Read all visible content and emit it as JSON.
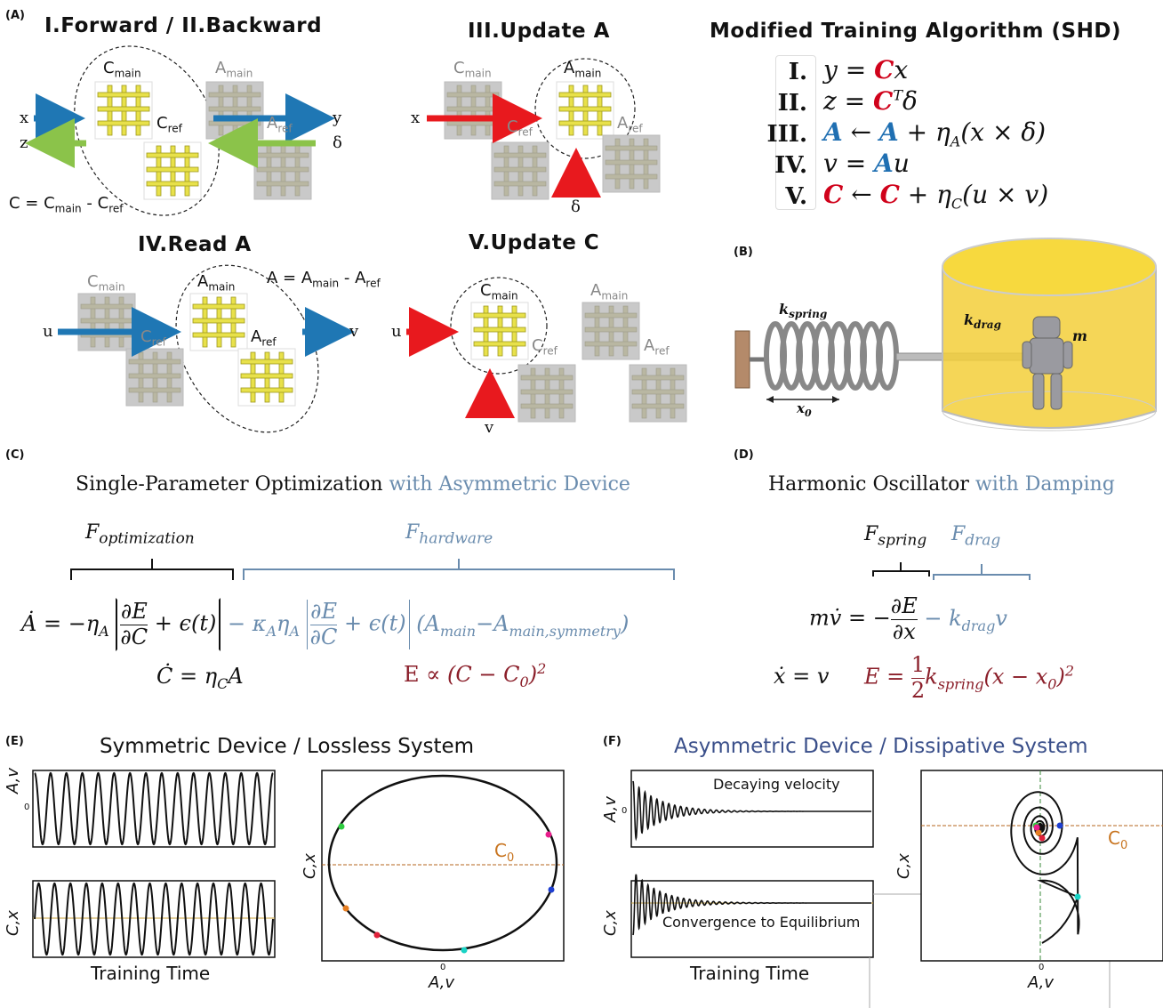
{
  "panels": {
    "A": "(A)",
    "B": "(B)",
    "C": "(C)",
    "D": "(D)",
    "E": "(E)",
    "F": "(F)"
  },
  "panelA": {
    "forward_title": "I.Forward / II.Backward",
    "update_a_title": "III.Update A",
    "read_a_title": "IV.Read A",
    "update_c_title": "V.Update C",
    "c_formula": "C = C",
    "a_formula": "A = A",
    "sub_main": "main",
    "sub_ref": "ref",
    "label_C": "C",
    "label_A": "A",
    "minus": " - ",
    "arrow_labels": {
      "x": "x",
      "y": "y",
      "z": "z",
      "delta": "δ",
      "u": "u",
      "v": "v"
    }
  },
  "algorithm": {
    "title": "Modified Training Algorithm (SHD)",
    "steps": [
      {
        "num": "I."
      },
      {
        "num": "II."
      },
      {
        "num": "III."
      },
      {
        "num": "IV."
      },
      {
        "num": "V."
      }
    ]
  },
  "panelB": {
    "k_spring": "k",
    "k_spring_sub": "spring",
    "k_drag": "k",
    "k_drag_sub": "drag",
    "mass": "m",
    "x0": "x",
    "x0_sub": "0"
  },
  "panelC": {
    "title_black": "Single-Parameter Optimization",
    "title_blue": " with Asymmetric Device",
    "f_opt": "F",
    "f_opt_sub": "optimization",
    "f_hw": "F",
    "f_hw_sub": "hardware"
  },
  "panelD": {
    "title_black": "Harmonic Oscillator",
    "title_blue": " with Damping",
    "f_spring": "F",
    "f_spring_sub": "spring",
    "f_drag": "F",
    "f_drag_sub": "drag"
  },
  "panelE": {
    "title": "Symmetric Device / Lossless System",
    "top_ylabel": "A,v",
    "bottom_ylabel": "C,x",
    "xlabel": "Training Time",
    "phase_ylabel": "C,x",
    "phase_xlabel": "A,v",
    "c0": "C",
    "c0_sub": "0",
    "zero": "0"
  },
  "panelF": {
    "title": "Asymmetric Device / Dissipative System",
    "top_ylabel": "A,v",
    "bottom_ylabel": "C,x",
    "xlabel": "Training Time",
    "annotation_top": "Decaying velocity",
    "annotation_bottom": "Convergence to Equilibrium",
    "phase_ylabel": "C,x",
    "phase_xlabel": "A,v",
    "c0": "C",
    "c0_sub": "0",
    "zero": "0"
  },
  "colors": {
    "c_red": "#d0021b",
    "a_blue": "#1f6fb2",
    "arrow_blue": "#1f77b4",
    "arrow_green": "#8bc34a",
    "arrow_red": "#e8191e",
    "hardware_blue": "#6a8cae",
    "energy_red": "#8b1f2a",
    "wire_yellow": "#e8e14a",
    "c0_line": "#b5651d",
    "tank_yellow": "#f3cf3a"
  }
}
